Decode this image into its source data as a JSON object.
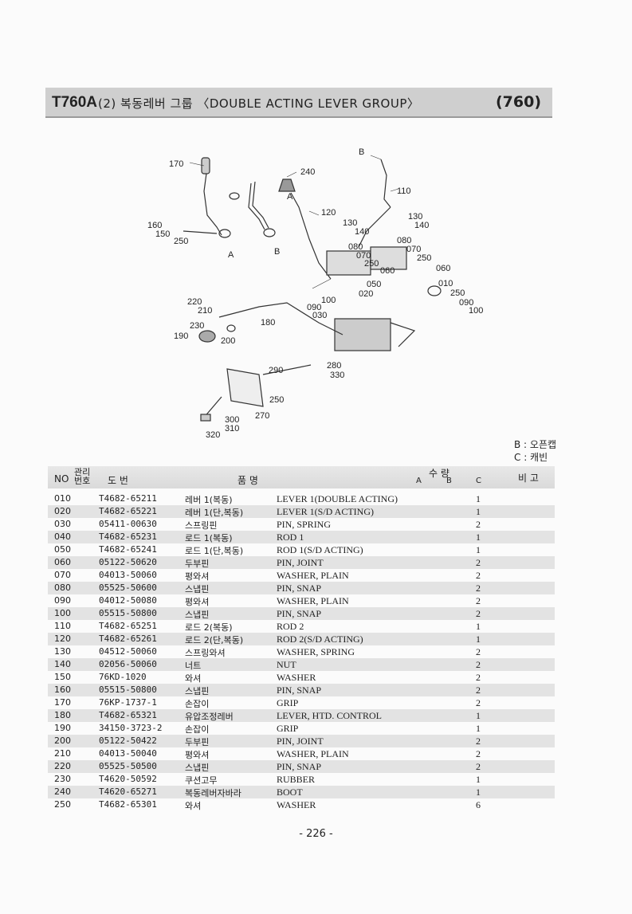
{
  "header": {
    "model": "T760A",
    "title": "(2) 복동레버 그룹 〈DOUBLE ACTING LEVER GROUP〉",
    "code": "(760)"
  },
  "diagram": {
    "callouts": [
      "170",
      "160",
      "150",
      "250",
      "A",
      "B",
      "240",
      "A",
      "120",
      "B",
      "110",
      "130",
      "140",
      "130",
      "140",
      "080",
      "070",
      "080",
      "070",
      "250",
      "060",
      "250",
      "060",
      "050",
      "020",
      "010",
      "250",
      "090",
      "100",
      "100",
      "090",
      "030",
      "220",
      "210",
      "180",
      "230",
      "190",
      "200",
      "290",
      "280",
      "330",
      "250",
      "300",
      "310",
      "270",
      "320"
    ]
  },
  "legend": {
    "b": "B : 오픈캡",
    "c": "C : 캐빈"
  },
  "table": {
    "headers": {
      "no": "NO",
      "mgmt": "관리 번호",
      "partno": "도      번",
      "name": "품               명",
      "qty": "수      량",
      "qty_a": "A",
      "qty_b": "B",
      "qty_c": "C",
      "remark": "비 고"
    },
    "rows": [
      {
        "no": "010",
        "pn": "T4682-65211",
        "kr": "레버 1(복동)",
        "en": "LEVER 1(DOUBLE ACTING)",
        "q": "1"
      },
      {
        "no": "020",
        "pn": "T4682-65221",
        "kr": "레버 1(단,복동)",
        "en": "LEVER 1(S/D ACTING)",
        "q": "1"
      },
      {
        "no": "030",
        "pn": "05411-00630",
        "kr": "스프링핀",
        "en": "PIN, SPRING",
        "q": "2"
      },
      {
        "no": "040",
        "pn": "T4682-65231",
        "kr": "로드 1(복동)",
        "en": "ROD 1",
        "q": "1"
      },
      {
        "no": "050",
        "pn": "T4682-65241",
        "kr": "로드 1(단,복동)",
        "en": "ROD 1(S/D ACTING)",
        "q": "1"
      },
      {
        "no": "060",
        "pn": "05122-50620",
        "kr": "두부핀",
        "en": "PIN, JOINT",
        "q": "2"
      },
      {
        "no": "070",
        "pn": "04013-50060",
        "kr": "평와셔",
        "en": "WASHER, PLAIN",
        "q": "2"
      },
      {
        "no": "080",
        "pn": "05525-50600",
        "kr": "스냅핀",
        "en": "PIN, SNAP",
        "q": "2"
      },
      {
        "no": "090",
        "pn": "04012-50080",
        "kr": "평와셔",
        "en": "WASHER, PLAIN",
        "q": "2"
      },
      {
        "no": "100",
        "pn": "05515-50800",
        "kr": "스냅핀",
        "en": "PIN, SNAP",
        "q": "2"
      },
      {
        "no": "110",
        "pn": "T4682-65251",
        "kr": "로드 2(복동)",
        "en": "ROD 2",
        "q": "1"
      },
      {
        "no": "120",
        "pn": "T4682-65261",
        "kr": "로드 2(단,복동)",
        "en": "ROD 2(S/D ACTING)",
        "q": "1"
      },
      {
        "no": "130",
        "pn": "04512-50060",
        "kr": "스프링와셔",
        "en": "WASHER, SPRING",
        "q": "2"
      },
      {
        "no": "140",
        "pn": "02056-50060",
        "kr": "너트",
        "en": "NUT",
        "q": "2"
      },
      {
        "no": "150",
        "pn": "76KD-1020",
        "kr": "와셔",
        "en": "WASHER",
        "q": "2"
      },
      {
        "no": "160",
        "pn": "05515-50800",
        "kr": "스냅핀",
        "en": "PIN, SNAP",
        "q": "2"
      },
      {
        "no": "170",
        "pn": "76KP-1737-1",
        "kr": "손잡이",
        "en": "GRIP",
        "q": "2"
      },
      {
        "no": "180",
        "pn": "T4682-65321",
        "kr": "유압조정레버",
        "en": "LEVER, HTD. CONTROL",
        "q": "1"
      },
      {
        "no": "190",
        "pn": "34150-3723-2",
        "kr": "손잡이",
        "en": "GRIP",
        "q": "1"
      },
      {
        "no": "200",
        "pn": "05122-50422",
        "kr": "두부핀",
        "en": "PIN, JOINT",
        "q": "2"
      },
      {
        "no": "210",
        "pn": "04013-50040",
        "kr": "평와셔",
        "en": "WASHER, PLAIN",
        "q": "2"
      },
      {
        "no": "220",
        "pn": "05525-50500",
        "kr": "스냅핀",
        "en": "PIN, SNAP",
        "q": "2"
      },
      {
        "no": "230",
        "pn": "T4620-50592",
        "kr": "쿠션고무",
        "en": "RUBBER",
        "q": "1"
      },
      {
        "no": "240",
        "pn": "T4620-65271",
        "kr": "복동레버자바라",
        "en": "BOOT",
        "q": "1"
      },
      {
        "no": "250",
        "pn": "T4682-65301",
        "kr": "와셔",
        "en": "WASHER",
        "q": "6"
      }
    ]
  },
  "footer": {
    "page": "- 226 -"
  }
}
